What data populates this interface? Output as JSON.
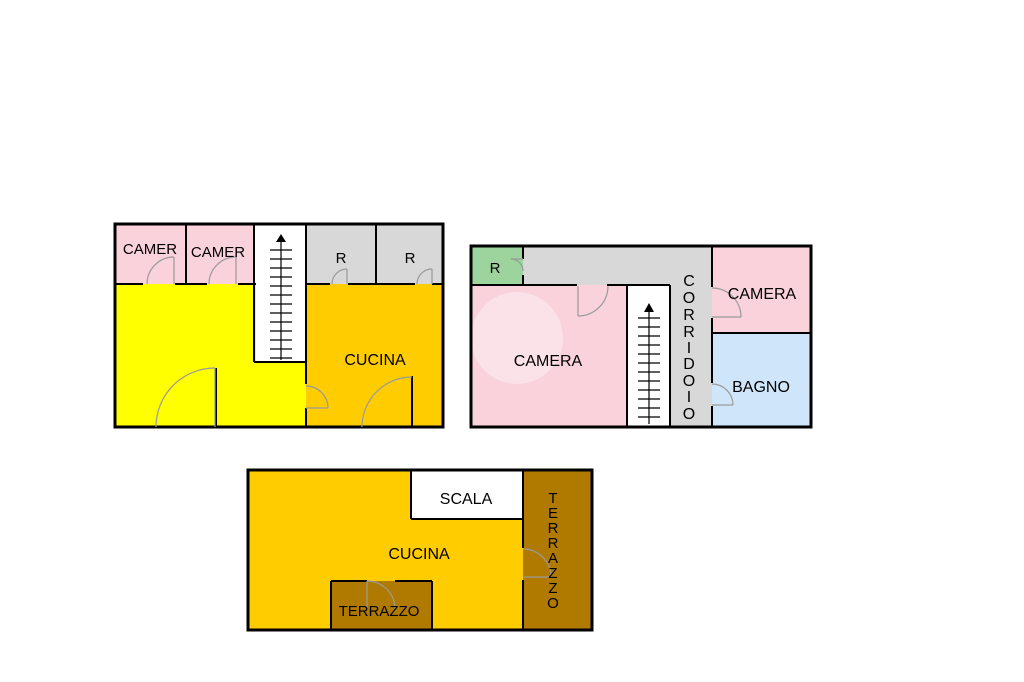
{
  "colors": {
    "camera_pink": "#f9d2dc",
    "living_yellow": "#ffff00",
    "cucina_orange": "#ffcc00",
    "closet_gray": "#d8d8d8",
    "corridor_gray": "#d8d8d8",
    "bagno_blue": "#cfe6fa",
    "r_green": "#9dd49d",
    "terrazzo_brown": "#b07a00",
    "stair_white": "#ffffff",
    "wall": "#000000"
  },
  "floor_1": {
    "camera_left": "CAMER",
    "camera_right": "CAMER",
    "closet_left": "R",
    "closet_right": "R",
    "kitchen": "CUCINA"
  },
  "floor_2": {
    "closet": "R",
    "corridor_letters": [
      "C",
      "O",
      "R",
      "R",
      "I",
      "D",
      "O",
      "I",
      "O"
    ],
    "camera_top": "CAMERA",
    "camera_main": "CAMERA",
    "bathroom": "BAGNO"
  },
  "floor_3": {
    "stairs": "SCALA",
    "kitchen": "CUCINA",
    "terrace_bottom": "TERRAZZO",
    "terrace_side_letters": [
      "T",
      "E",
      "R",
      "R",
      "A",
      "Z",
      "Z",
      "O"
    ]
  }
}
